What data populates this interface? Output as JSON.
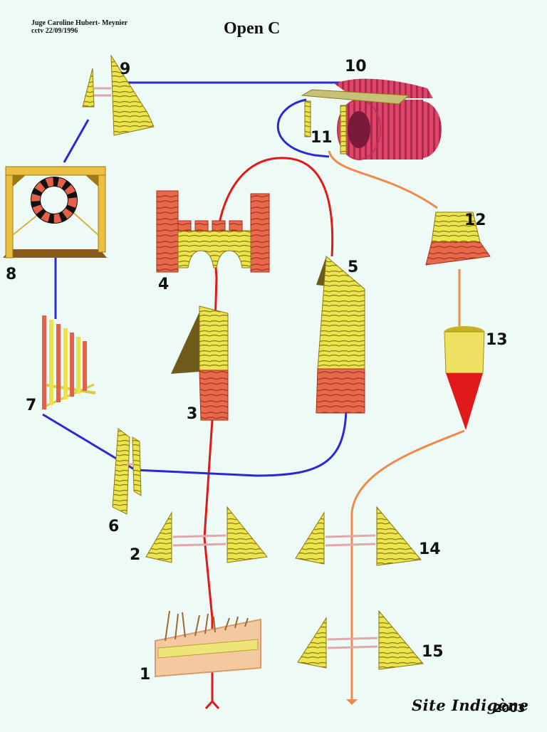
{
  "header": {
    "judge_line1": "Juge Caroline Hubert- Meynier",
    "judge_line2": "cctv 22/09/1996",
    "title": "Open C"
  },
  "obstacles": [
    {
      "number": "1",
      "type": "brush-hurdle"
    },
    {
      "number": "2",
      "type": "bar-jump"
    },
    {
      "number": "3",
      "type": "a-frame"
    },
    {
      "number": "4",
      "type": "wall"
    },
    {
      "number": "5",
      "type": "a-frame"
    },
    {
      "number": "6",
      "type": "panel-jump"
    },
    {
      "number": "7",
      "type": "weave-poles"
    },
    {
      "number": "8",
      "type": "tire-jump"
    },
    {
      "number": "9",
      "type": "bar-jump"
    },
    {
      "number": "10",
      "type": "tunnel"
    },
    {
      "number": "11",
      "type": "table"
    },
    {
      "number": "12",
      "type": "trapezoid-block"
    },
    {
      "number": "13",
      "type": "chute-tunnel"
    },
    {
      "number": "14",
      "type": "bar-jump"
    },
    {
      "number": "15",
      "type": "bar-jump"
    }
  ],
  "colors": {
    "background": "#eefaf5",
    "path_red": "#e01a1a",
    "path_blue": "#2a2ad0",
    "path_orange": "#f08a4a",
    "wood_yellow": "#e9e24a",
    "wood_red": "#e4604a",
    "tunnel_pink": "#e0446a"
  },
  "signature": {
    "text": "Site Indigène",
    "year": "2003"
  }
}
